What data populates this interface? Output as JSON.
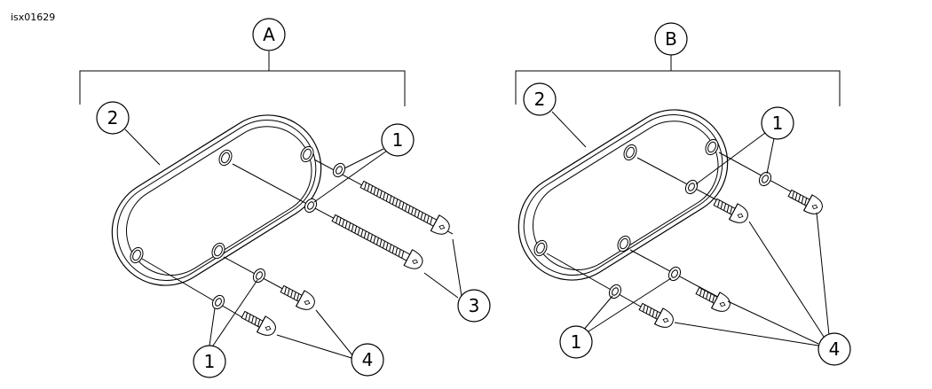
{
  "figure_code": "isx01629",
  "assemblies": [
    {
      "label": "A",
      "callouts": [
        {
          "text": "2"
        },
        {
          "text": "1"
        },
        {
          "text": "3"
        },
        {
          "text": "1"
        },
        {
          "text": "4"
        }
      ]
    },
    {
      "label": "B",
      "callouts": [
        {
          "text": "2"
        },
        {
          "text": "1"
        },
        {
          "text": "1"
        },
        {
          "text": "4"
        }
      ]
    }
  ]
}
